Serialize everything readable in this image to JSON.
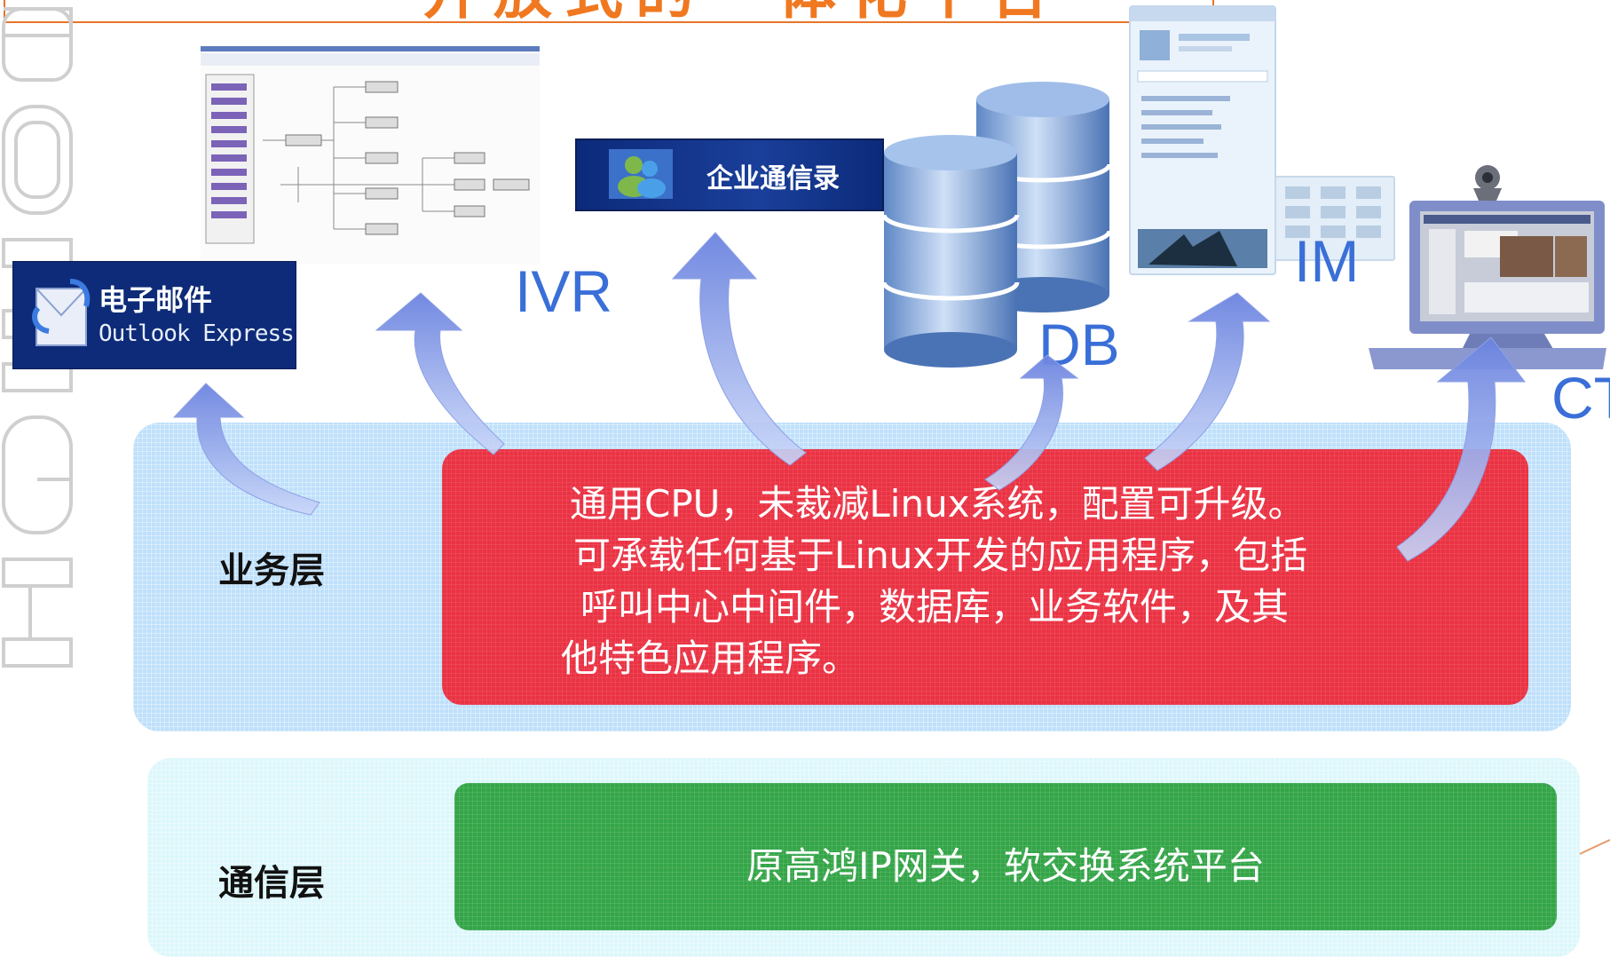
{
  "title": "开放式的一体化平台",
  "watermark": "GOHIGH",
  "nodes": {
    "email": {
      "line1": "电子邮件",
      "line2": "Outlook Express"
    },
    "directory": {
      "label": "企业通信录"
    },
    "ivr": {
      "label": "IVR"
    },
    "db": {
      "label": "DB"
    },
    "im": {
      "label": "IM"
    },
    "ct": {
      "label": "CT"
    }
  },
  "layers": {
    "service": {
      "label": "业务层",
      "lines": [
        "通用CPU，未裁减Linux系统，配置可升级。",
        "可承载任何基于Linux开发的应用程序，包括",
        "呼叫中心中间件，数据库，业务软件，及其",
        "他特色应用程序。"
      ]
    },
    "communication": {
      "label": "通信层",
      "text": "原高鸿IP网关，软交换系统平台"
    }
  },
  "colors": {
    "service_layer_bg": "#bfe0fb",
    "service_box": "#ea3344",
    "comm_layer_bg": "#dcf7fb",
    "comm_box": "#34a548",
    "label_blue": "#3a6fd8",
    "badge_navy": "#0d2b78",
    "title_orange": "#f07820"
  }
}
